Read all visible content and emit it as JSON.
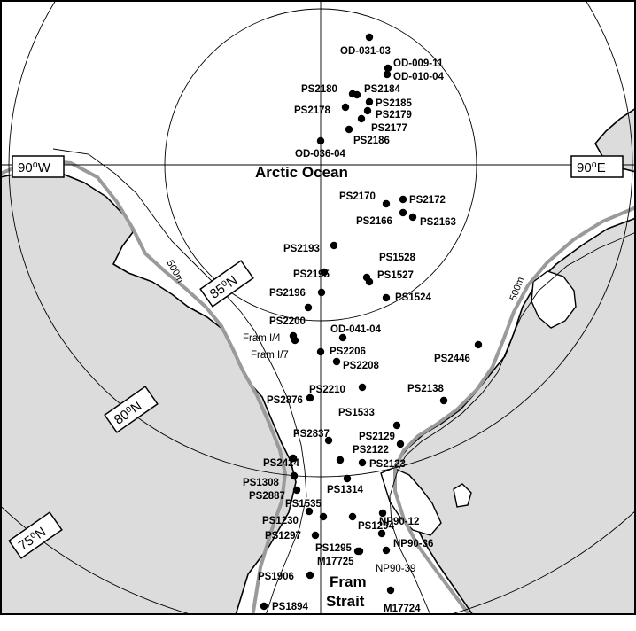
{
  "map": {
    "region_labels": {
      "arctic_ocean": "Arctic Ocean",
      "fram_line1": "Fram",
      "fram_line2": "Strait"
    },
    "longitude_labels": {
      "west": "90⁰W",
      "east": "90⁰E"
    },
    "latitude_labels": {
      "lat85": "85⁰N",
      "lat80": "80⁰N",
      "lat75": "75⁰N"
    },
    "contour_label": "500m",
    "stations": [
      {
        "name": "OD-031-03"
      },
      {
        "name": "OD-009-11"
      },
      {
        "name": "OD-010-04"
      },
      {
        "name": "PS2180"
      },
      {
        "name": "PS2184"
      },
      {
        "name": "PS2185"
      },
      {
        "name": "PS2178"
      },
      {
        "name": "PS2179"
      },
      {
        "name": "PS2177"
      },
      {
        "name": "PS2186"
      },
      {
        "name": "OD-036-04"
      },
      {
        "name": "PS2170"
      },
      {
        "name": "PS2172"
      },
      {
        "name": "PS2166"
      },
      {
        "name": "PS2163"
      },
      {
        "name": "PS2193"
      },
      {
        "name": "PS1528"
      },
      {
        "name": "PS2195"
      },
      {
        "name": "PS1527"
      },
      {
        "name": "PS2196"
      },
      {
        "name": "PS1524"
      },
      {
        "name": "PS2200"
      },
      {
        "name": "Fram I/4"
      },
      {
        "name": "Fram I/7"
      },
      {
        "name": "OD-041-04"
      },
      {
        "name": "PS2206"
      },
      {
        "name": "PS2208"
      },
      {
        "name": "PS2446"
      },
      {
        "name": "PS2210"
      },
      {
        "name": "PS2138"
      },
      {
        "name": "PS2876"
      },
      {
        "name": "PS1533"
      },
      {
        "name": "PS2837"
      },
      {
        "name": "PS2129"
      },
      {
        "name": "PS2122"
      },
      {
        "name": "PS2424"
      },
      {
        "name": "PS2123"
      },
      {
        "name": "PS1308"
      },
      {
        "name": "PS1314"
      },
      {
        "name": "PS2887"
      },
      {
        "name": "PS1535"
      },
      {
        "name": "PS1230"
      },
      {
        "name": "PS1294"
      },
      {
        "name": "NP90-12"
      },
      {
        "name": "PS1297"
      },
      {
        "name": "NP90-36"
      },
      {
        "name": "PS1295"
      },
      {
        "name": "M17725"
      },
      {
        "name": "NP90-39"
      },
      {
        "name": "PS1906"
      },
      {
        "name": "M17724"
      },
      {
        "name": "PS1894"
      }
    ]
  }
}
